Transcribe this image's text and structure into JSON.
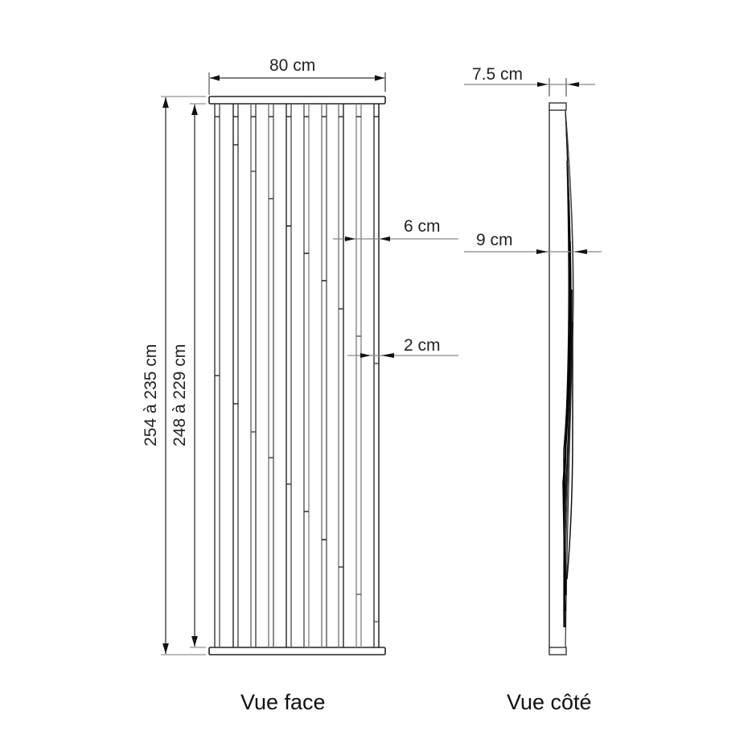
{
  "front_view": {
    "caption": "Vue face",
    "width_label": "80 cm",
    "outer_height_label": "254 à 235 cm",
    "inner_height_label": "248 à 229 cm",
    "bar_spacing_label": "6 cm",
    "bar_width_label": "2 cm",
    "bar_count": 10
  },
  "side_view": {
    "caption": "Vue côté",
    "top_depth_label": "7.5 cm",
    "max_depth_label": "9 cm"
  },
  "colors": {
    "line": "#1a1a1a",
    "line_light": "#8a8a8a",
    "background": "#ffffff"
  }
}
